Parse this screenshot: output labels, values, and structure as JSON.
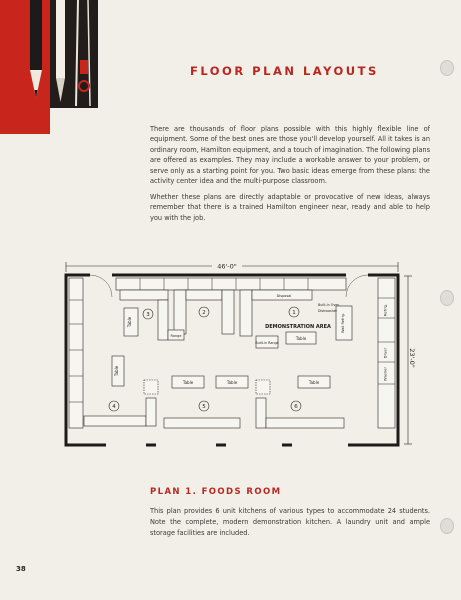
{
  "header": {
    "title": "FLOOR PLAN LAYOUTS"
  },
  "intro": {
    "paragraph1": "There are thousands of floor plans possible with this highly flexible line of equipment. Some of the best ones are those you'll develop yourself. All it takes is an ordinary room, Hamilton equipment, and a touch of imagination. The following plans are offered as examples. They may include a workable answer to your problem, or serve only as a starting point for you. Two basic ideas emerge from these plans: the activity center idea and the multi-purpose classroom.",
    "paragraph2": "Whether these plans are directly adaptable or provocative of new ideas, always remember that there is a trained Hamilton engineer near, ready and able to help you with the job."
  },
  "plan": {
    "width_dim": "46'-0\"",
    "height_dim": "23'-0\"",
    "labels": {
      "demo_area": "DEMONSTRATION AREA",
      "table": "Table",
      "range": "Range",
      "sink": "Sink",
      "disposal": "Disposal",
      "washer": "Washer",
      "dryer": "Dryer",
      "refrig": "Refrig.",
      "stove": "Stove",
      "built_in_oven": "Built-in Oven",
      "built_in_range": "Built-in Range",
      "dishwasher": "Dishwasher",
      "wall_refrig": "Wall Refrig."
    },
    "stations": [
      "1",
      "2",
      "3",
      "4",
      "5",
      "6"
    ]
  },
  "section": {
    "title": "PLAN 1. FOODS ROOM",
    "text": "This plan provides 6 unit kitchens of various types to accommodate 24 students. Note the complete, modern demonstration kitchen. A laundry unit and ample storage facilities are included."
  },
  "footer": {
    "page_number": "38"
  },
  "colors": {
    "accent_red": "#b8271f",
    "block_red": "#c8251d",
    "block_dark": "#221d1b",
    "paper": "#f1efe8"
  }
}
